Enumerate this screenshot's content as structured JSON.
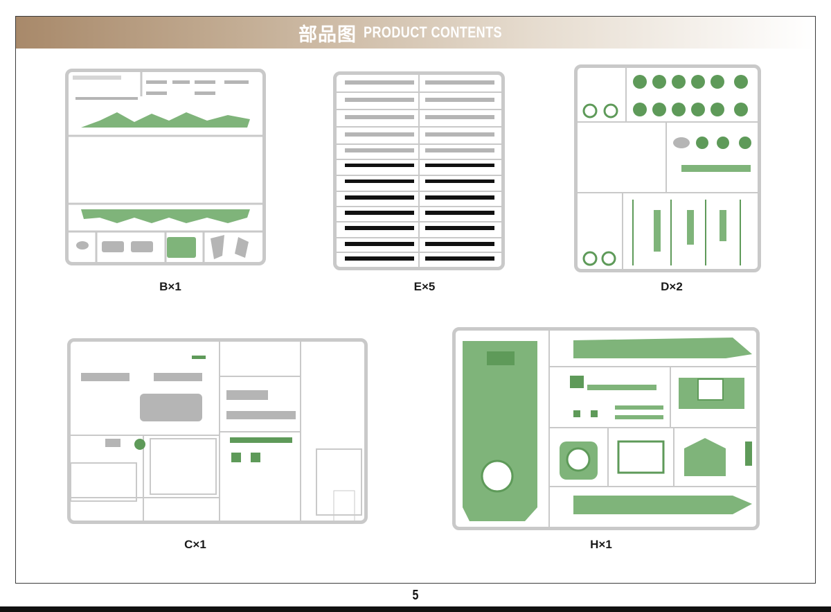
{
  "header": {
    "title_cn": "部品图",
    "title_en": "PRODUCT CONTENTS"
  },
  "sprues": [
    {
      "id": "B",
      "caption": "B×1"
    },
    {
      "id": "E",
      "caption": "E×5"
    },
    {
      "id": "D",
      "caption": "D×2"
    },
    {
      "id": "C",
      "caption": "C×1"
    },
    {
      "id": "H",
      "caption": "H×1"
    }
  ],
  "colors": {
    "part_green": "#7fb47a",
    "part_green_dark": "#5e9a59",
    "frame_gray": "#c9c9c9",
    "small_part_gray": "#b5b5b5",
    "black_part": "#111111"
  },
  "page": {
    "number": "5"
  }
}
